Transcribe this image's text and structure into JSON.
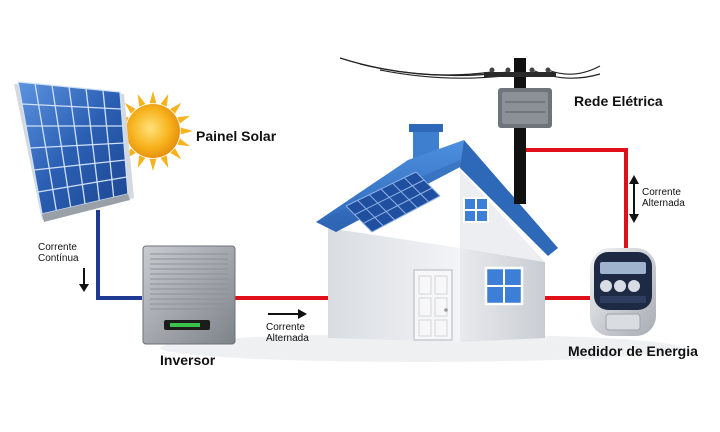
{
  "labels": {
    "solar_panel": "Painel Solar",
    "grid": "Rede Elétrica",
    "inverter": "Inversor",
    "meter": "Medidor de Energia",
    "dc_current": [
      "Corrente",
      "Contínua"
    ],
    "ac_current_inverter": [
      "Corrente",
      "Alternada"
    ],
    "ac_current_grid": [
      "Corrente",
      "Alternada"
    ]
  },
  "colors": {
    "dc_wire": "#1f3a93",
    "ac_wire": "#e0101a",
    "roof": "#3f7fd0",
    "house_wall": "#e9ebee",
    "panel_cell": "#2c63b4",
    "sun": "#f7b21c",
    "pole": "#111111"
  },
  "icons": [
    "sun-icon",
    "solar-panel-icon",
    "inverter-icon",
    "house-icon",
    "utility-pole-icon",
    "energy-meter-icon",
    "arrow-down-icon",
    "arrow-right-icon",
    "arrow-up-down-icon"
  ]
}
